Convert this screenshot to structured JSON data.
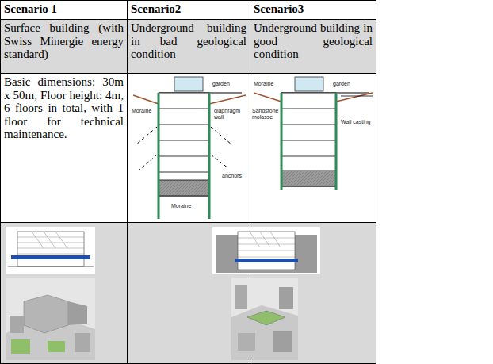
{
  "diagram": {
    "nodes": [
      {
        "text": [
          "Scenario 1"
        ]
      },
      {
        "text": [
          "Scenario2"
        ]
      },
      {
        "text": [
          "Scenario3"
        ]
      },
      {
        "text": [
          "Surface building (with Swiss Minergie energy standard)"
        ]
      },
      {
        "text": [
          "Underground building in bad geological condition"
        ]
      },
      {
        "text": [
          "Underground building in good geological condition"
        ]
      },
      {
        "text": [
          "Basic dimensions: 30m x 50m, Floor height: 4m, 6 floors in total, with 1 floor for technical maintenance."
        ]
      }
    ],
    "labels": [
      "garden",
      "Moraine",
      "diaphragm wall",
      "anchors",
      "Moraine",
      "garden",
      "Moraine",
      "Sandstone molasse",
      "Wall casting"
    ]
  }
}
